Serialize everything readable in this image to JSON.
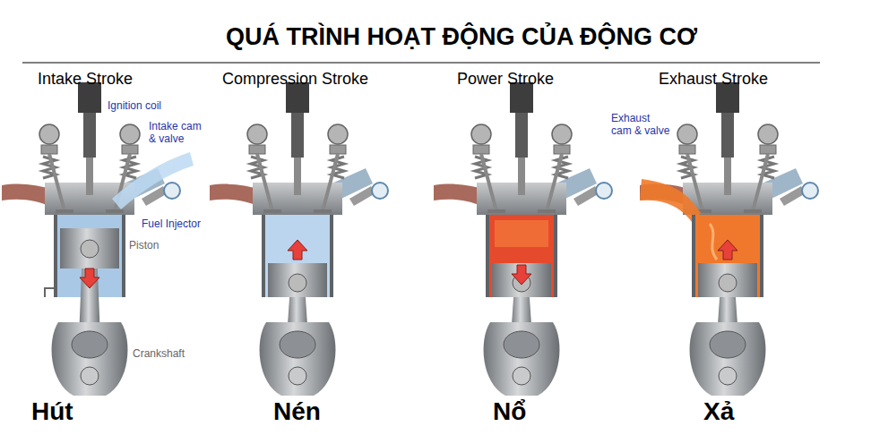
{
  "diagram": {
    "title": "QUÁ TRÌNH HOẠT ĐỘNG CỦA ĐỘNG CƠ",
    "labels": [
      "Intake Stroke",
      "Compression Stroke",
      "Power Stroke",
      "Exhaust Stroke",
      "Ignition coil",
      "Intake cam & valve",
      "Fuel Injector",
      "Piston",
      "Crankshaft",
      "Exhaust cam & valve",
      "Hút",
      "Nén",
      "Nổ",
      "Xả"
    ]
  }
}
